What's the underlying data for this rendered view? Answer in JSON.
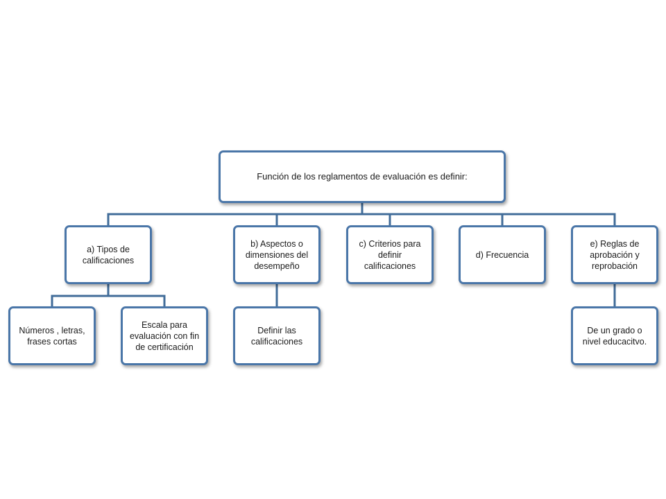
{
  "diagram": {
    "root": "Función de los reglamentos de evaluación  es definir:",
    "level1": {
      "a": "a) Tipos de calificaciones",
      "b": "b) Aspectos o dimensiones del desempeño",
      "c": "c) Criterios para definir calificaciones",
      "d": "d) Frecuencia",
      "e": "e) Reglas de aprobación y reprobación"
    },
    "level2": {
      "a1": "Números , letras, frases cortas",
      "a2": "Escala para evaluación con fin de certificación",
      "b1": "Definir las calificaciones",
      "e1": "De un grado o nivel educacitvo."
    },
    "colors": {
      "border": "#4a76a8",
      "connector": "#416c99",
      "text": "#1a1a1a"
    }
  }
}
